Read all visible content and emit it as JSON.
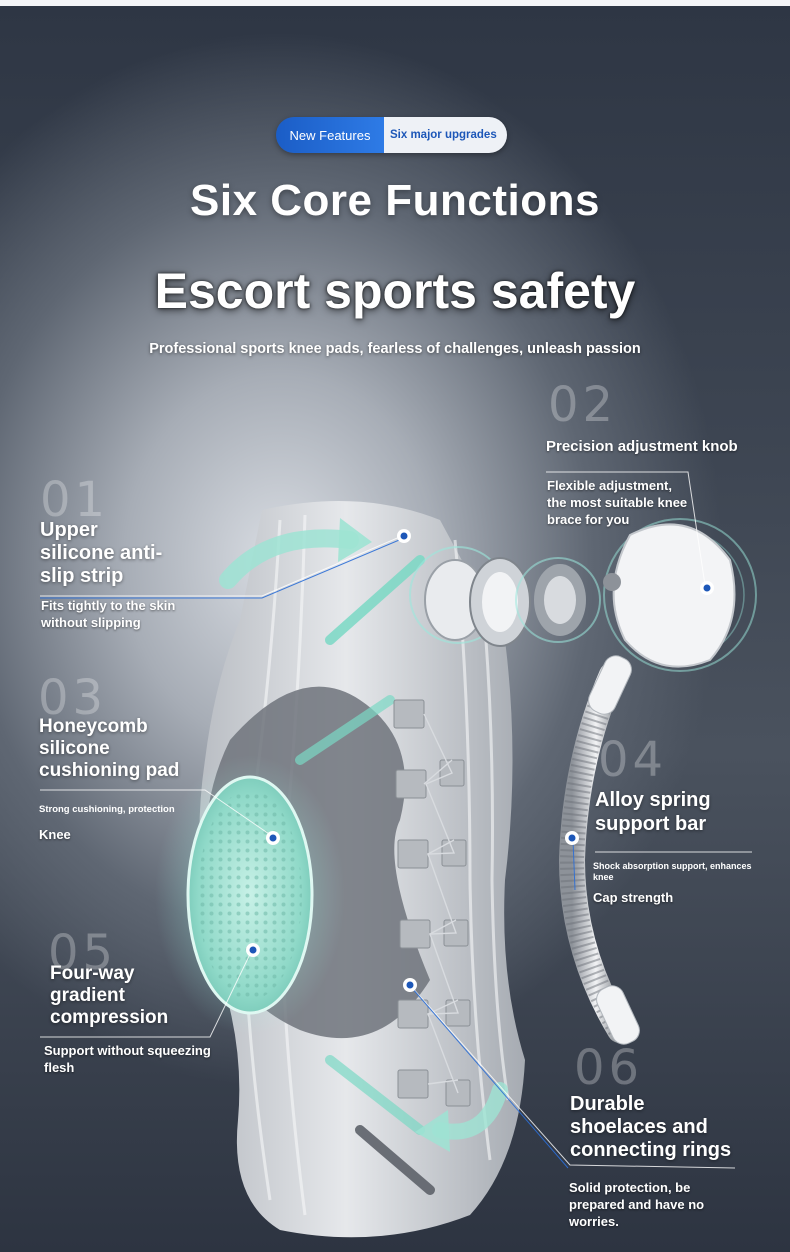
{
  "badge": {
    "left": "New Features",
    "right": "Six major upgrades"
  },
  "title": "Six Core Functions",
  "headline": "Escort sports safety",
  "subtitle": "Professional sports knee pads, fearless of challenges, unleash passion",
  "features": [
    {
      "number": "01",
      "title": [
        "Upper",
        "silicone anti-",
        "slip strip"
      ],
      "desc": [
        "Fits tightly to the skin",
        "without slipping"
      ]
    },
    {
      "number": "02",
      "title": [
        "Precision adjustment knob"
      ],
      "desc": [
        "Flexible adjustment,",
        "the most suitable knee",
        "brace for you"
      ]
    },
    {
      "number": "03",
      "title": [
        "Honeycomb",
        "silicone",
        "cushioning pad"
      ],
      "desc_small": "Strong cushioning, protection",
      "desc": [
        "Knee"
      ]
    },
    {
      "number": "04",
      "title": [
        "Alloy spring",
        "support bar"
      ],
      "desc_small": [
        "Shock absorption support, enhances",
        "knee"
      ],
      "desc": [
        "Cap strength"
      ]
    },
    {
      "number": "05",
      "title": [
        "Four-way",
        "gradient",
        "compression"
      ],
      "desc": [
        "Support without squeezing",
        "flesh"
      ]
    },
    {
      "number": "06",
      "title": [
        "Durable",
        "shoelaces and",
        "connecting rings"
      ],
      "desc": [
        "Solid protection, be",
        "prepared and have no",
        "worries."
      ]
    }
  ],
  "colors": {
    "accent_blue": "#1d57b8",
    "mint": "#8fe0cf",
    "sleeve_gray": "#c9ccd1"
  },
  "icons": [
    "callout-dot-icon",
    "arrow-curve-icon"
  ]
}
